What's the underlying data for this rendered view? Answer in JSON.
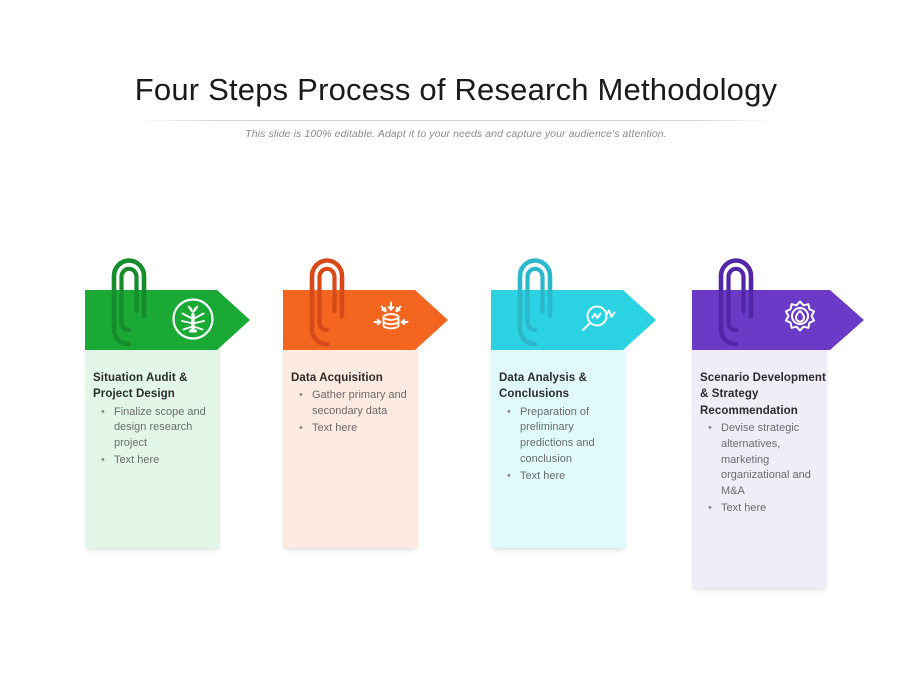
{
  "header": {
    "title": "Four Steps Process of Research Methodology",
    "subtitle": "This slide is 100% editable. Adapt it to your needs and capture your audience's attention."
  },
  "bullet_glyph": "•",
  "cards": [
    {
      "heading": "Situation Audit & Project Design",
      "bullets": [
        "Finalize scope and design research project",
        "Text here"
      ],
      "banner_color": "#1AA935",
      "clip_color": "#168C2C",
      "panel_color": "#E2F7E7",
      "icon_name": "plant-emblem-icon"
    },
    {
      "heading": "Data Acquisition",
      "bullets": [
        "Gather primary and secondary data",
        "Text here"
      ],
      "banner_color": "#F4651F",
      "clip_color": "#D8491A",
      "panel_color": "#FDEAE1",
      "icon_name": "database-collect-icon"
    },
    {
      "heading": "Data Analysis & Conclusions",
      "bullets": [
        "Preparation of preliminary predictions and conclusion",
        "Text here"
      ],
      "banner_color": "#2BD2E2",
      "clip_color": "#2BB8CC",
      "panel_color": "#E0FAFC",
      "icon_name": "magnifier-analytics-icon"
    },
    {
      "heading": "Scenario Development & Strategy Recommendation",
      "bullets": [
        "Devise strategic alternatives, marketing organizational and M&A",
        "Text here"
      ],
      "banner_color": "#6B3BC8",
      "clip_color": "#5226A8",
      "panel_color": "#F0EDF9",
      "icon_name": "gear-flame-icon"
    }
  ]
}
